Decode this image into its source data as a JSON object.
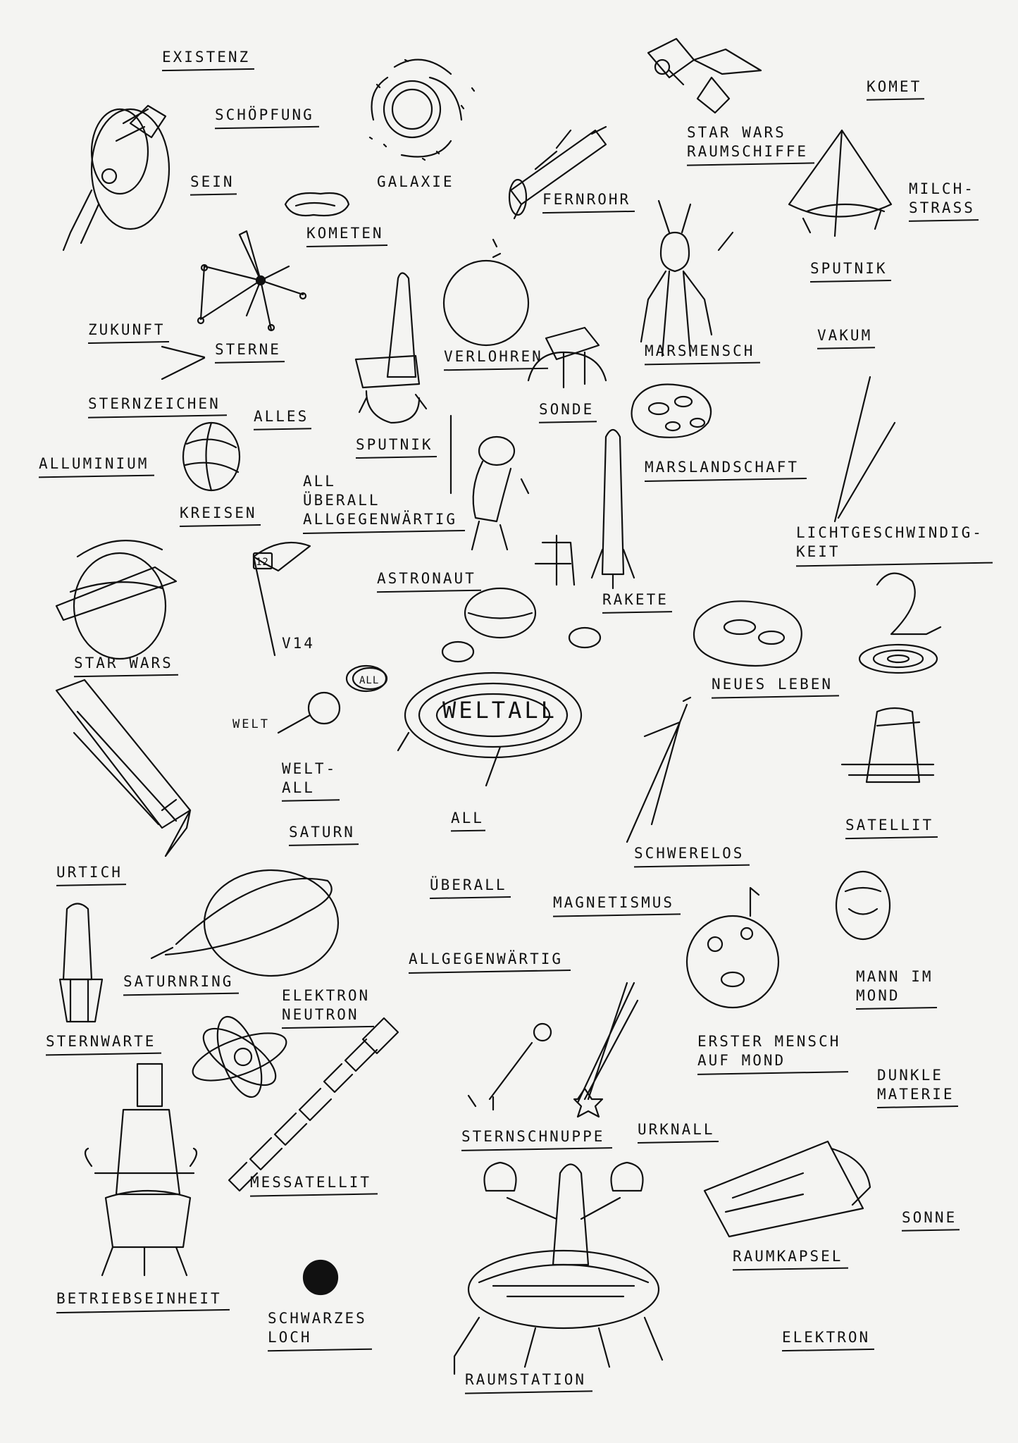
{
  "labels": {
    "existenz": "EXISTENZ",
    "schoepfung": "SCHÖPFUNG",
    "sein": "SEIN",
    "galaxie": "GALAXIE",
    "starwars_raumschiffe": "STAR WARS\nRAUMSCHIFFE",
    "komet": "KOMET",
    "milchstrass": "MILCH-\nSTRASS",
    "sputnik_top": "SPUTNIK",
    "kometen": "KOMETEN",
    "fernrohr": "FERNROHR",
    "zukunft": "ZUKUNFT",
    "sterne": "STERNE",
    "sternzeichen": "STERNZEICHEN",
    "verlohren": "VERLOHREN",
    "marsmensch": "MARSMENSCH",
    "vakum": "VAKUM",
    "sonde": "SONDE",
    "alles": "ALLES",
    "sputnik_mid": "SPUTNIK",
    "alluminium": "ALLUMINIUM",
    "marslandschaft": "MARSLANDSCHAFT",
    "kreisen": "KREISEN",
    "all_ueberall_top": "ALL\nÜBERALL\nALLGEGENWÄRTIG",
    "lichtgeschwindigkeit": "LICHTGESCHWINDIG-\nKEIT",
    "astronaut": "ASTRONAUT",
    "rakete": "RAKETE",
    "starwars": "STAR WARS",
    "v14": "V14",
    "neues_leben": "NEUES LEBEN",
    "welt": "WELT",
    "weltall_small": "WELT-\nALL",
    "weltall_center": "WELTALL",
    "all_badge": "ALL",
    "flag_number": "12",
    "saturn": "SATURN",
    "all_center": "ALL",
    "ueberall_center": "ÜBERALL",
    "allgegenwaertig_center": "ALLGEGENWÄRTIG",
    "schwerelos": "SCHWERELOS",
    "satellit": "SATELLIT",
    "urtich": "URTICH",
    "magnetismus": "MAGNETISMUS",
    "saturnring": "SATURNRING",
    "mann_im_mond": "MANN IM\nMOND",
    "elektron_neutron": "ELEKTRON\nNEUTRON",
    "sternwarte": "STERNWARTE",
    "erster_mensch": "ERSTER MENSCH\nAUF MOND",
    "dunkle_materie": "DUNKLE\nMATERIE",
    "sternschnuppe": "STERNSCHNUPPE",
    "urknall": "URKNALL",
    "messatellit": "MESSATELLIT",
    "sonne": "SONNE",
    "raumkapsel": "RAUMKAPSEL",
    "betriebseinheit": "BETRIEBSEINHEIT",
    "schwarzes_loch": "SCHWARZES\nLOCH",
    "elektron": "ELEKTRON",
    "raumstation": "RAUMSTATION"
  },
  "icons": [
    "rocket-capsule-icon",
    "galaxy-icon",
    "tie-fighter-icon",
    "sputnik-icon",
    "telescope-icon",
    "comet-cloud-icon",
    "constellation-icon",
    "planet-icon",
    "martian-icon",
    "rocket-tower-icon",
    "probe-icon",
    "mars-rock-icon",
    "ribbon-planet-icon",
    "astronaut-icon",
    "rocket-icon",
    "starwars-ship-icon",
    "flag-icon",
    "new-life-pond-icon",
    "number-two-icon",
    "shuttle-icon",
    "saturn-small-icon",
    "weltall-rings-icon",
    "falling-figure-icon",
    "satellite-dish-icon",
    "saturn-icon",
    "observatory-icon",
    "moon-face-icon",
    "crater-moon-icon",
    "atom-icon",
    "measuring-satellite-icon",
    "shooting-star-icon",
    "space-capsule-icon",
    "lander-icon",
    "black-hole-icon",
    "space-station-icon",
    "light-beam-icon"
  ],
  "colors": {
    "ink": "#111111",
    "paper": "#f4f4f2"
  }
}
